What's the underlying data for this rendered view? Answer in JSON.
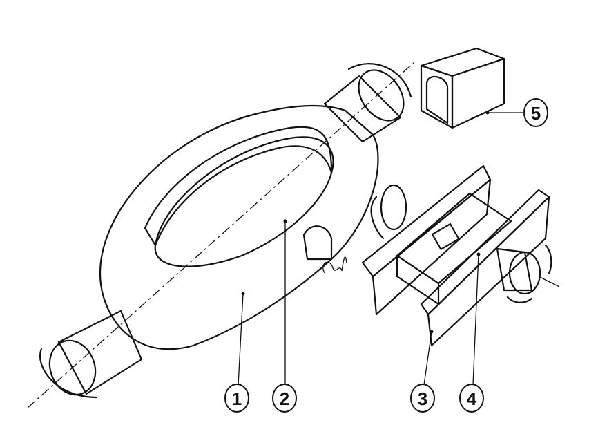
{
  "figure": {
    "callouts": [
      {
        "id": "1",
        "label": "1"
      },
      {
        "id": "2",
        "label": "2"
      },
      {
        "id": "3",
        "label": "3"
      },
      {
        "id": "4",
        "label": "4"
      },
      {
        "id": "5",
        "label": "5"
      }
    ],
    "colors": {
      "ink": "#111111",
      "paper": "#ffffff"
    }
  }
}
